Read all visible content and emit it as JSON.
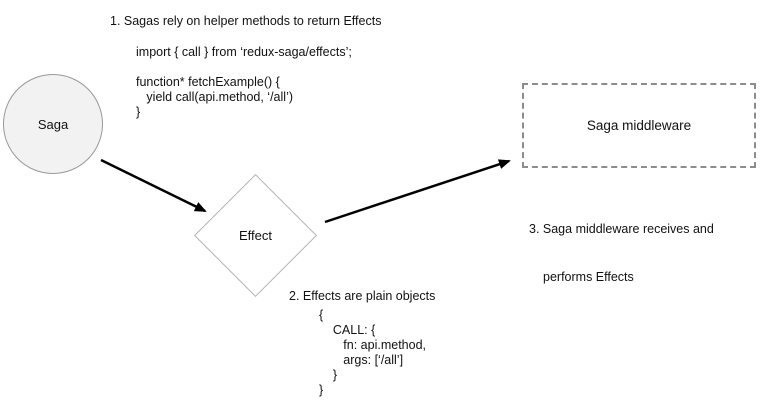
{
  "colors": {
    "canvas-bg": "#ffffff",
    "text": "#111111",
    "circle-fill": "#f2f2f2",
    "circle-border": "#999999",
    "diamond-fill": "#ffffff",
    "diamond-border": "#b3b3b3",
    "box-border": "#8c8c8c",
    "arrow": "#000000"
  },
  "captions": {
    "step1": "1. Sagas rely on helper methods to return Effects",
    "step2": "2. Effects are plain objects",
    "step3_line1": "3. Saga middleware receives and",
    "step3_line2": "performs Effects"
  },
  "code": {
    "saga_example": "import { call } from ‘redux-saga/effects’;\n\nfunction* fetchExample() {\n   yield call(api.method, ‘/all’)\n}",
    "effect_object": "{\n    CALL: {\n       fn: api.method,\n       args: [‘/all’]\n    }\n}"
  },
  "nodes": {
    "saga": "Saga",
    "effect": "Effect",
    "middleware": "Saga middleware"
  }
}
